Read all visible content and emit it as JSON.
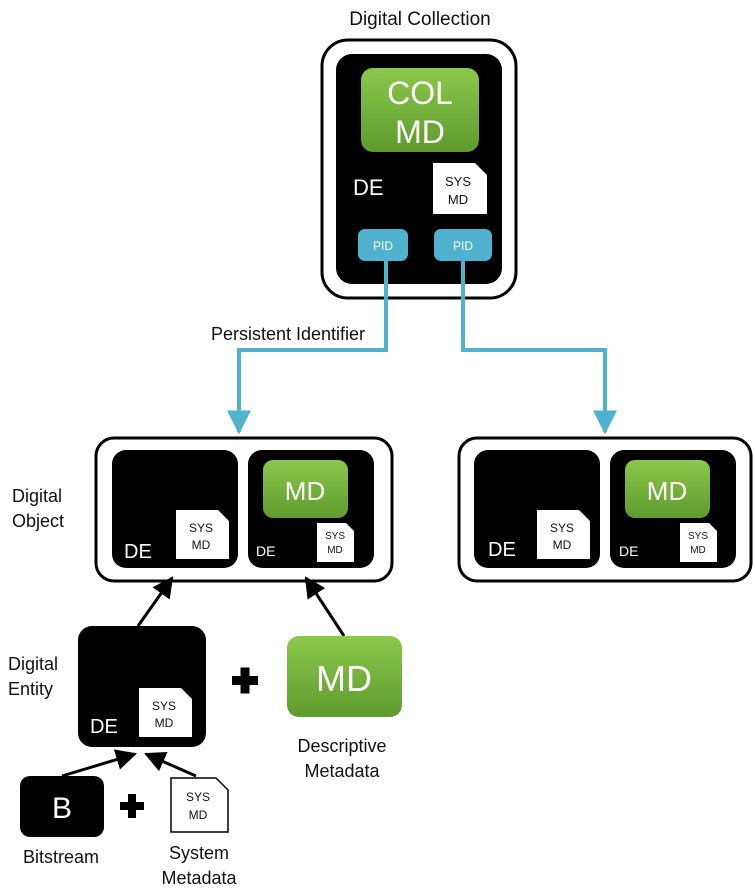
{
  "labels": {
    "digital_collection": "Digital Collection",
    "persistent_identifier": "Persistent Identifier",
    "digital_object_line1": "Digital",
    "digital_object_line2": "Object",
    "digital_entity_line1": "Digital",
    "digital_entity_line2": "Entity",
    "descriptive_metadata_line1": "Descriptive",
    "descriptive_metadata_line2": "Metadata",
    "bitstream": "Bitstream",
    "system_metadata_line1": "System",
    "system_metadata_line2": "Metadata"
  },
  "collection": {
    "col_md_line1": "COL",
    "col_md_line2": "MD",
    "de": "DE",
    "sys_line1": "SYS",
    "sys_line2": "MD",
    "pid_left": "PID",
    "pid_right": "PID"
  },
  "object_left": {
    "de": "DE",
    "sys_line1": "SYS",
    "sys_line2": "MD",
    "md": "MD",
    "md_de": "DE",
    "md_sys_line1": "SYS",
    "md_sys_line2": "MD"
  },
  "object_right": {
    "de": "DE",
    "sys_line1": "SYS",
    "sys_line2": "MD",
    "md": "MD",
    "md_de": "DE",
    "md_sys_line1": "SYS",
    "md_sys_line2": "MD"
  },
  "entity": {
    "de": "DE",
    "sys_line1": "SYS",
    "sys_line2": "MD"
  },
  "descriptive_md": "MD",
  "bitstream_box": "B",
  "system_md_doc_line1": "SYS",
  "system_md_doc_line2": "MD",
  "colors": {
    "green_top": "#8bc34a",
    "green_bottom": "#5d9a2c",
    "pid_blue": "#4fb3cf",
    "black": "#000000"
  }
}
